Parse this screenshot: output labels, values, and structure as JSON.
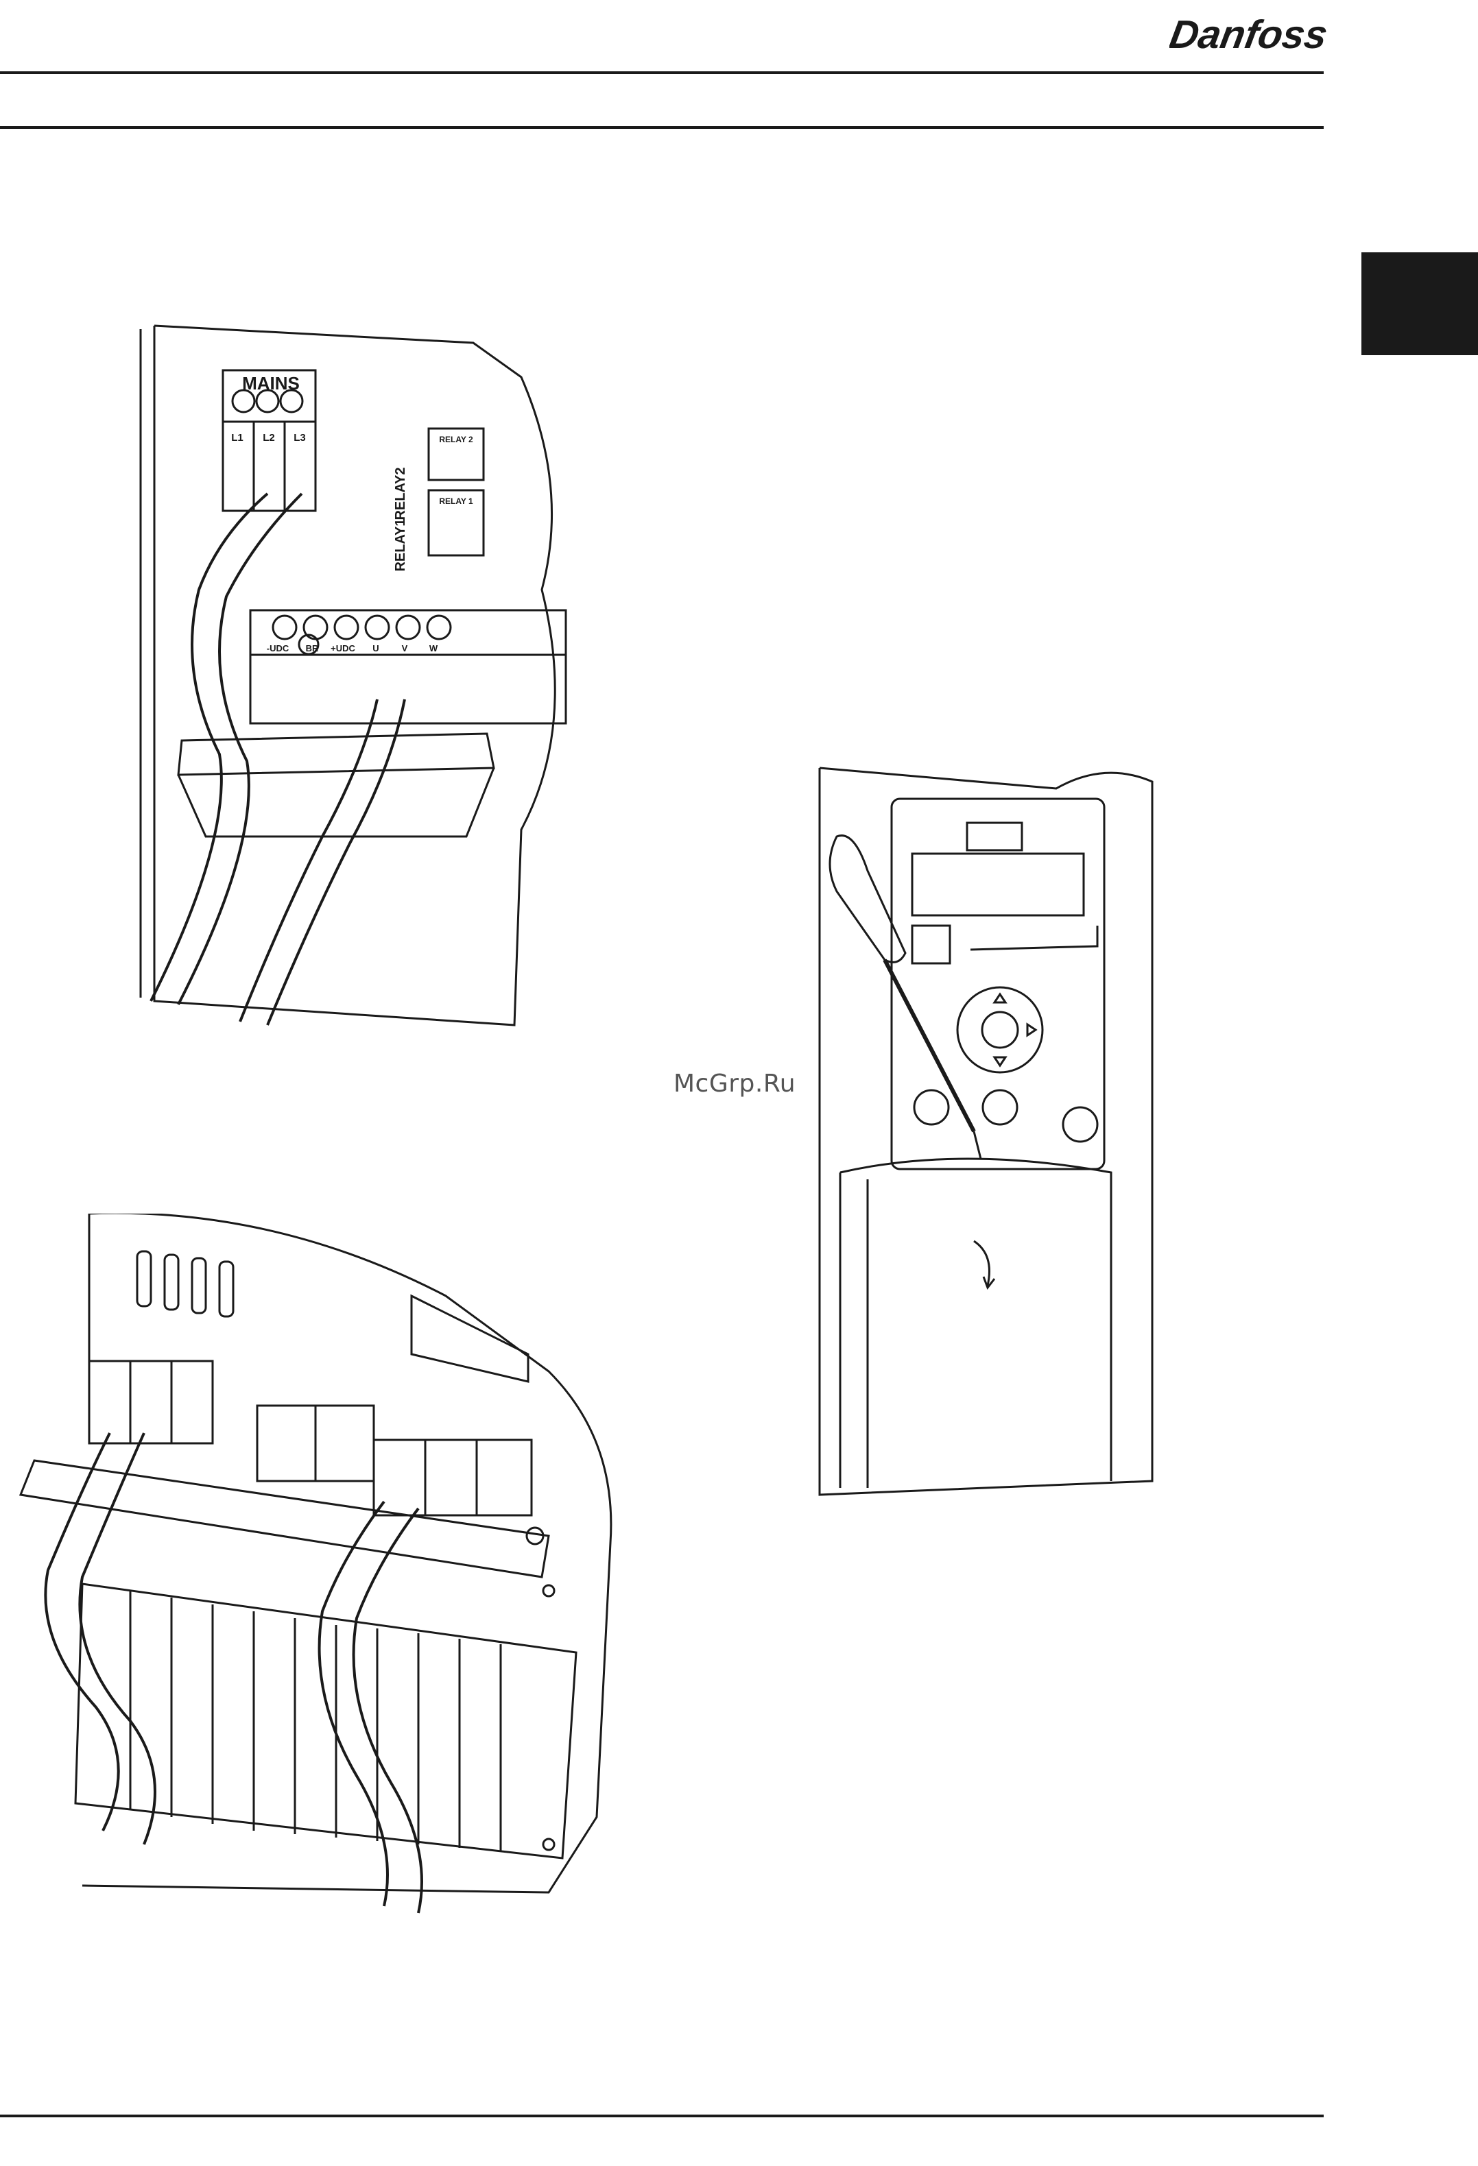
{
  "brand": {
    "logo_text": "Danfoss"
  },
  "watermark": "McGrp.Ru",
  "figure_terminals": {
    "mains_label": "MAINS",
    "mains_terminals": [
      "L1",
      "L2",
      "L3"
    ],
    "relay_labels": [
      "RELAY2",
      "RELAY1"
    ],
    "relay_connector_labels": [
      "RELAY 2",
      "RELAY 1"
    ],
    "output_terminals": [
      "-UDC",
      "BR",
      "+UDC",
      "U",
      "V",
      "W"
    ]
  },
  "colors": {
    "ink": "#1a1a1a",
    "paper": "#ffffff",
    "chapter_tab": "#1a1a1a"
  }
}
